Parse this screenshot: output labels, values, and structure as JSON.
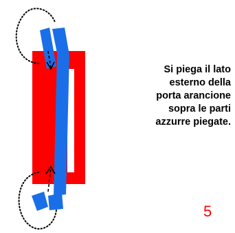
{
  "caption": {
    "lines": [
      "Si piega il lato",
      "esterno della",
      "porta arancione",
      "sopra le parti",
      "azzurre piegate."
    ]
  },
  "step_number": "5",
  "colors": {
    "door": "#ff0000",
    "flaps": "#1a6fe8",
    "step_number": "#ff0000"
  },
  "icons": [
    "dotted-fold-arc-top",
    "dotted-fold-arc-bottom",
    "fold-arrow-down",
    "fold-arrow-up"
  ]
}
